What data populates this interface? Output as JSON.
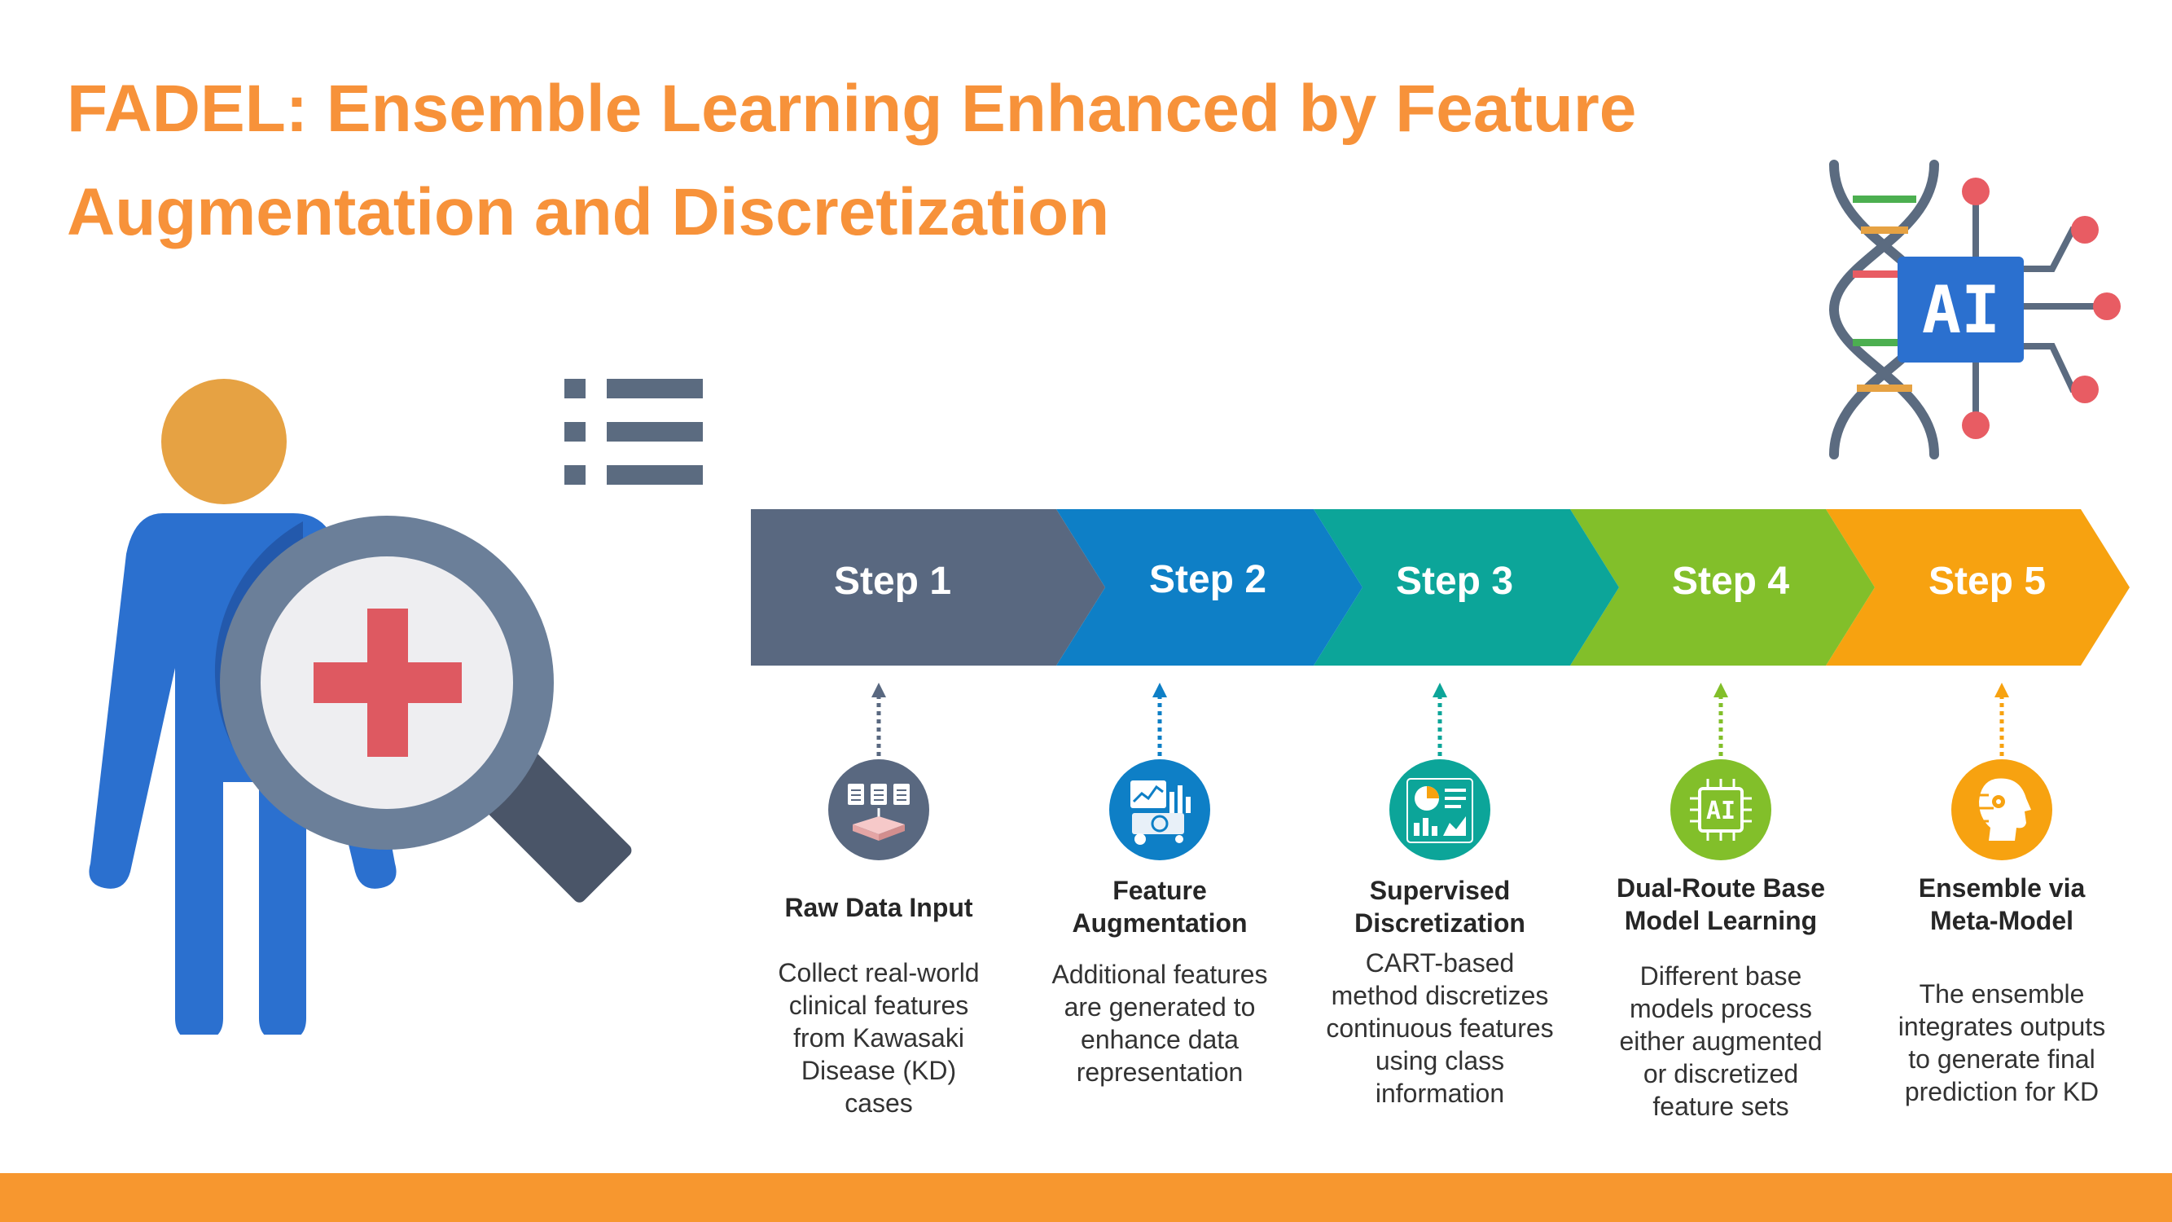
{
  "title": {
    "line1": "FADEL: Ensemble Learning Enhanced by Feature",
    "line2": "Augmentation and Discretization"
  },
  "ai_badge": "AI",
  "chip_label": "AI",
  "colors": {
    "title": "#F7923A",
    "bottom_bar": "#F7972F",
    "person_head": "#E6A243",
    "person_body": "#2B70CF",
    "magnifier": "#6B7F99",
    "cross": "#DE5961"
  },
  "steps": [
    {
      "label": "Step 1",
      "color": "#596880",
      "title": "Raw Data Input",
      "desc": "Collect real-world clinical features from Kawasaki Disease (KD) cases",
      "icon": "documents-database-icon"
    },
    {
      "label": "Step 2",
      "color": "#0E7FC6",
      "title": "Feature Augmentation",
      "desc": "Additional features are generated to enhance data representation",
      "icon": "analytics-dashboard-icon"
    },
    {
      "label": "Step 3",
      "color": "#0CA599",
      "title": "Supervised Discretization",
      "desc": "CART-based method discretizes continuous features using class information",
      "icon": "pie-bar-chart-icon"
    },
    {
      "label": "Step 4",
      "color": "#82BF2A",
      "title": "Dual-Route Base Model Learning",
      "desc": "Different base models process either augmented or discretized feature sets",
      "icon": "ai-chip-icon"
    },
    {
      "label": "Step 5",
      "color": "#F7A210",
      "title": "Ensemble via Meta-Model",
      "desc": "The ensemble integrates outputs to generate final prediction for KD",
      "icon": "ai-head-icon"
    }
  ]
}
